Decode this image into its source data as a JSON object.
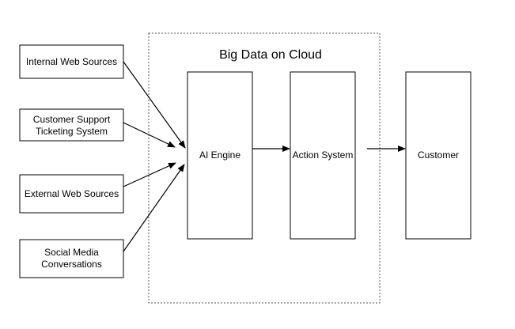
{
  "diagram": {
    "container": {
      "title": "Big Data on Cloud"
    },
    "sources": [
      {
        "id": "internal-web-sources",
        "lines": [
          "Internal Web Sources"
        ]
      },
      {
        "id": "customer-support-ticketing-system",
        "lines": [
          "Customer Support",
          "Ticketing System"
        ]
      },
      {
        "id": "external-web-sources",
        "lines": [
          "External Web Sources"
        ]
      },
      {
        "id": "social-media-conversations",
        "lines": [
          "Social Media",
          "Conversations"
        ]
      }
    ],
    "nodes": {
      "ai_engine": "AI Engine",
      "action_system": "Action System",
      "customer": "Customer"
    }
  },
  "colors": {
    "stroke": "#000000",
    "background": "#ffffff",
    "container_border": "#555555"
  }
}
